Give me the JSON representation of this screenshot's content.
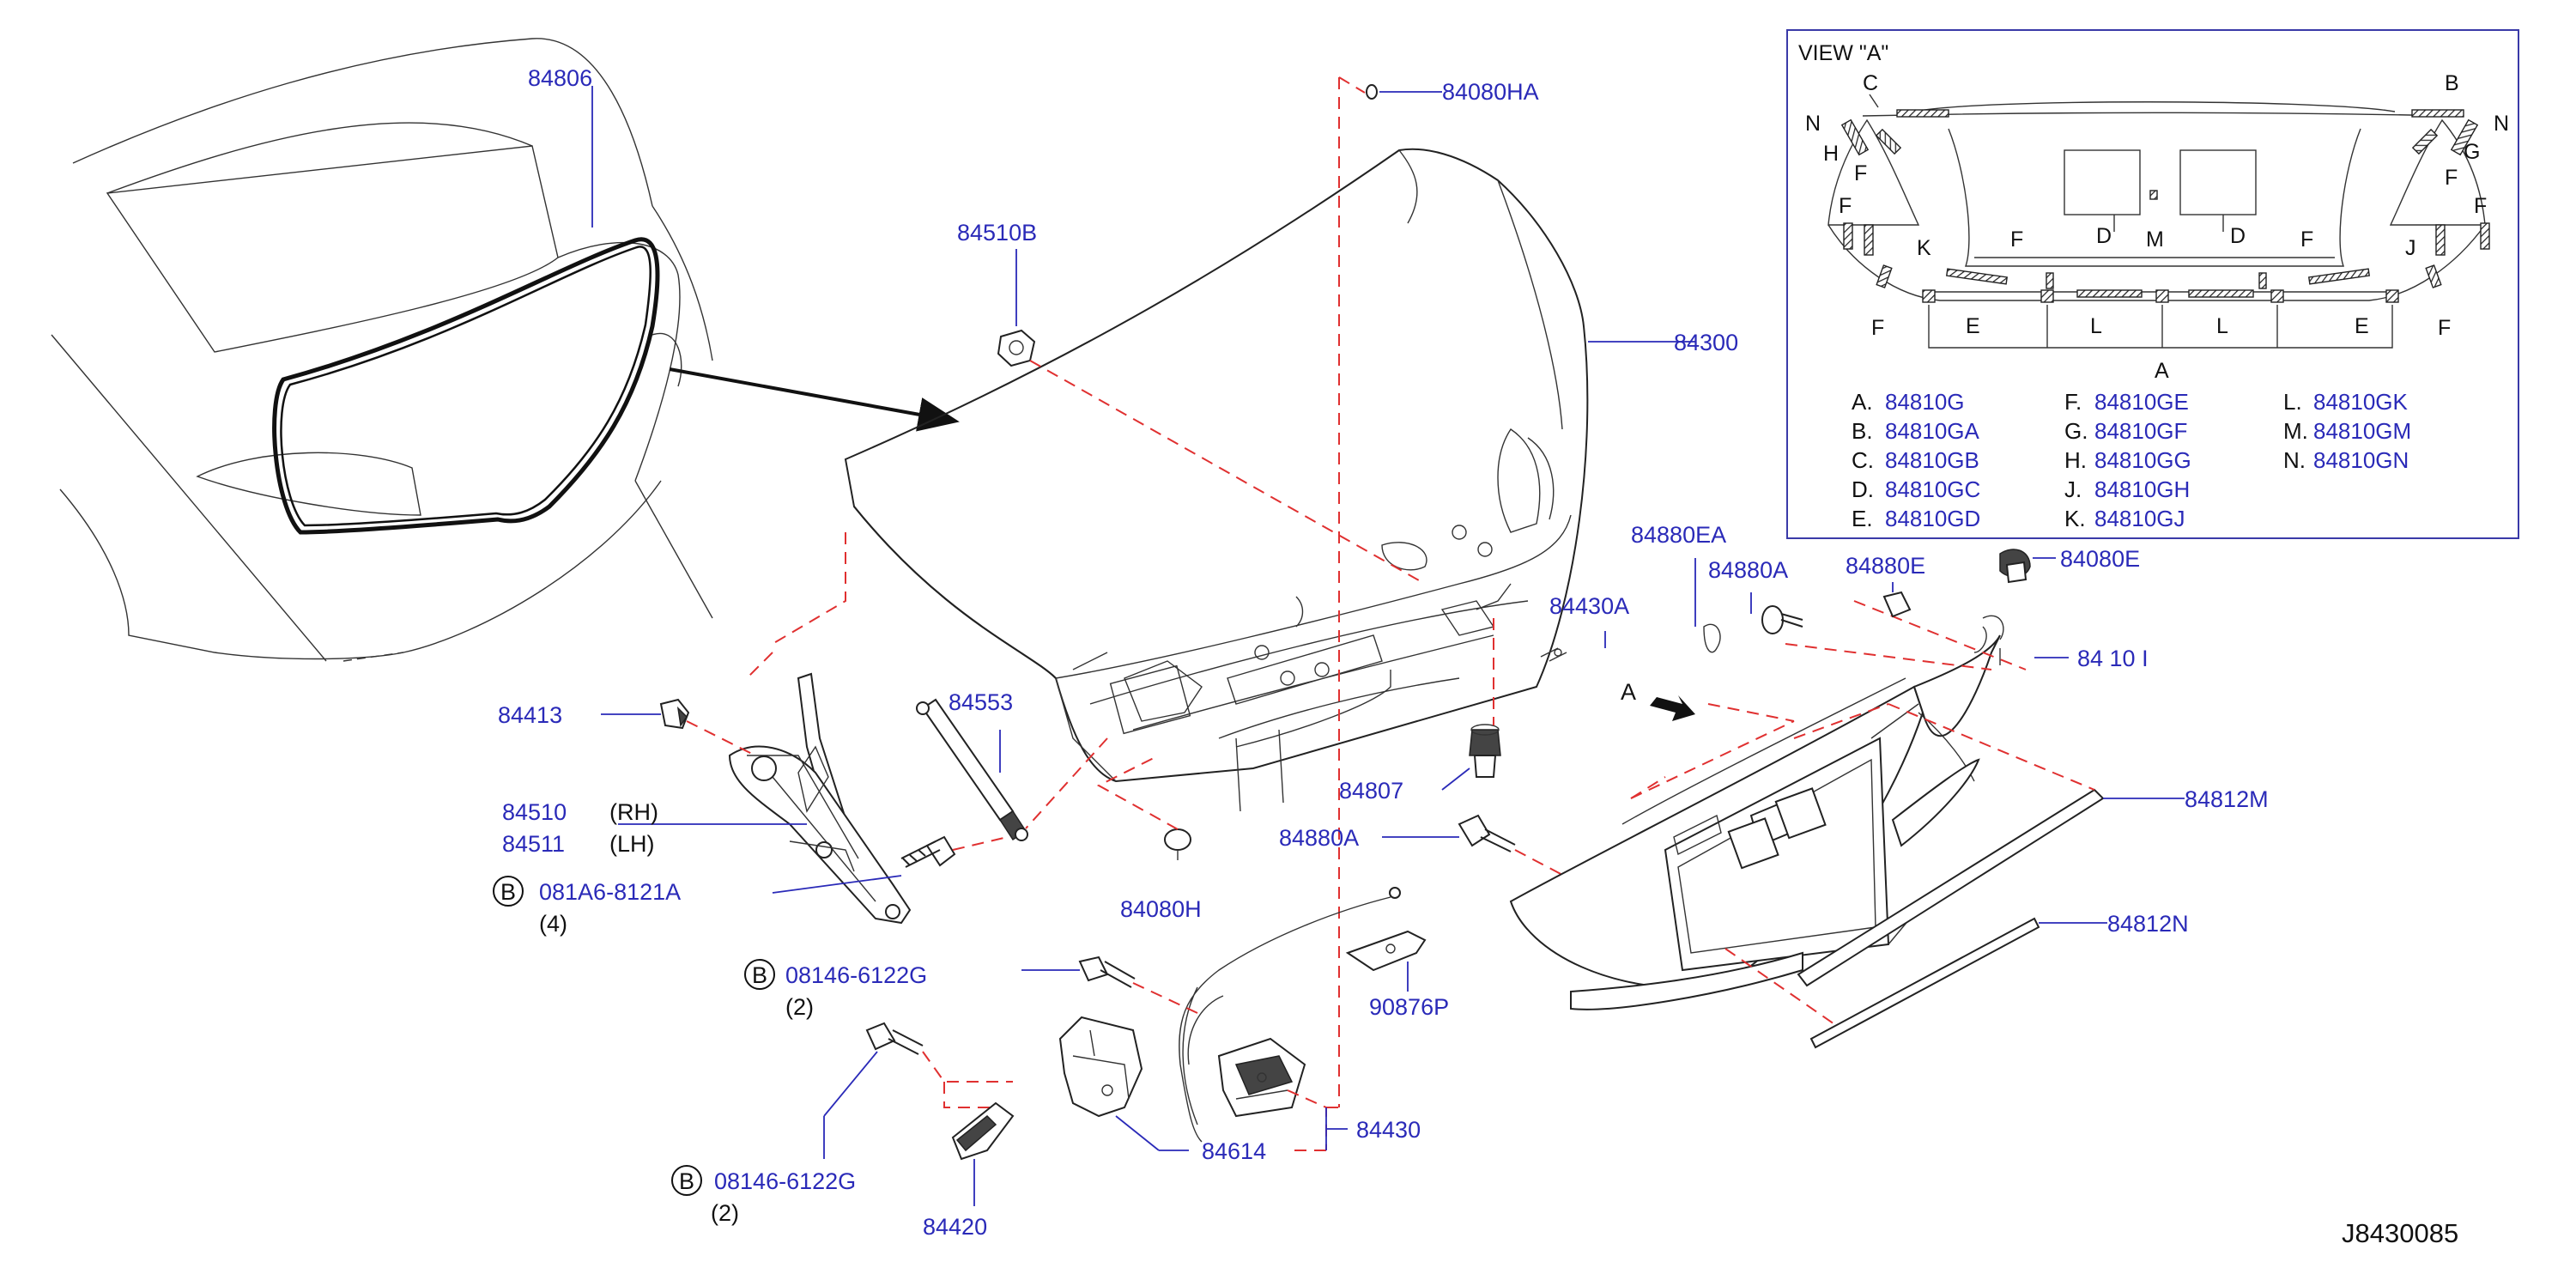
{
  "diagram_id": "J8430085",
  "parts": [
    {
      "id": "p84806",
      "label": "84806"
    },
    {
      "id": "p84080HA",
      "label": "84080HA"
    },
    {
      "id": "p84510B",
      "label": "84510B"
    },
    {
      "id": "p84300",
      "label": "84300"
    },
    {
      "id": "p84413",
      "label": "84413"
    },
    {
      "id": "p84553",
      "label": "84553"
    },
    {
      "id": "p84510",
      "label": "84510"
    },
    {
      "id": "p84511",
      "label": "84511"
    },
    {
      "id": "p84430A",
      "label": "84430A"
    },
    {
      "id": "p84807",
      "label": "84807"
    },
    {
      "id": "p84880A_1",
      "label": "84880A"
    },
    {
      "id": "p84080H",
      "label": "84080H"
    },
    {
      "id": "p90876P",
      "label": "90876P"
    },
    {
      "id": "p84614",
      "label": "84614"
    },
    {
      "id": "p84430",
      "label": "84430"
    },
    {
      "id": "p84420",
      "label": "84420"
    },
    {
      "id": "p84880EA",
      "label": "84880EA"
    },
    {
      "id": "p84880A_2",
      "label": "84880A"
    },
    {
      "id": "p84880E",
      "label": "84880E"
    },
    {
      "id": "p84080E",
      "label": "84080E"
    },
    {
      "id": "p84810I",
      "label": "84  10  I"
    },
    {
      "id": "p84812M",
      "label": "84812M"
    },
    {
      "id": "p84812N",
      "label": "84812N"
    }
  ],
  "side_labels": {
    "rh": "(RH)",
    "lh": "(LH)"
  },
  "bolts": [
    {
      "circle": "B",
      "part": "081A6-8121A",
      "qty": "(4)"
    },
    {
      "circle": "B",
      "part": "08146-6122G",
      "qty": "(2)"
    },
    {
      "circle": "B",
      "part": "08146-6122G",
      "qty": "(2)"
    }
  ],
  "view_arrow_label": "A",
  "view_a": {
    "title": "VIEW   \"A\"",
    "callouts": [
      "C",
      "N",
      "H",
      "F",
      "F",
      "K",
      "F",
      "B",
      "N",
      "G",
      "F",
      "F",
      "J",
      "F",
      "D",
      "M",
      "D",
      "F",
      "F",
      "E",
      "L",
      "L",
      "E",
      "A"
    ],
    "legend": [
      {
        "key": "A.",
        "part": "84810G"
      },
      {
        "key": "B.",
        "part": "84810GA"
      },
      {
        "key": "C.",
        "part": "84810GB"
      },
      {
        "key": "D.",
        "part": "84810GC"
      },
      {
        "key": "E.",
        "part": "84810GD"
      },
      {
        "key": "F.",
        "part": "84810GE"
      },
      {
        "key": "G.",
        "part": "84810GF"
      },
      {
        "key": "H.",
        "part": "84810GG"
      },
      {
        "key": "J.",
        "part": "84810GH"
      },
      {
        "key": "K.",
        "part": "84810GJ"
      },
      {
        "key": "L.",
        "part": "84810GK"
      },
      {
        "key": "M.",
        "part": "84810GM"
      },
      {
        "key": "N.",
        "part": "84810GN"
      }
    ]
  }
}
